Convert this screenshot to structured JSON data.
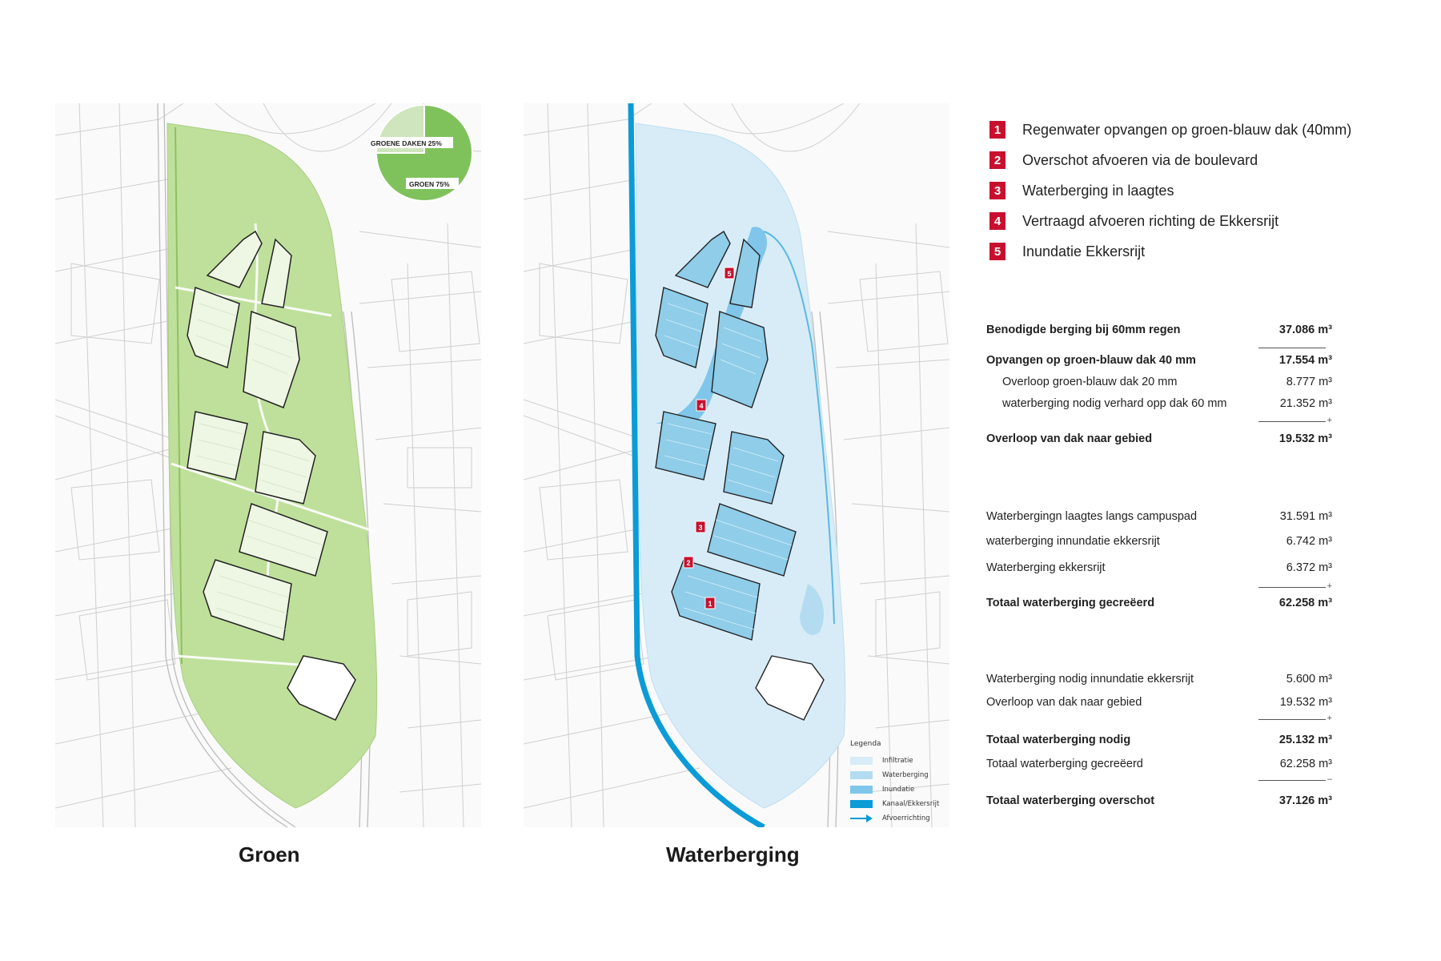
{
  "maps": {
    "groen": {
      "caption": "Groen",
      "pie": {
        "slices": [
          {
            "label": "GROENE DAKEN 25%",
            "value": 25,
            "color": "#cfe5bd"
          },
          {
            "label": "GROEN 75%",
            "value": 75,
            "color": "#7fc25c"
          }
        ]
      }
    },
    "waterberging": {
      "caption": "Waterberging",
      "markers": [
        "5",
        "4",
        "3",
        "2",
        "1"
      ],
      "legend": {
        "title": "Legenda",
        "items": [
          {
            "label": "Infiltratie",
            "color": "#d8ecf7"
          },
          {
            "label": "Waterberging",
            "color": "#b3dcf1"
          },
          {
            "label": "Inundatie",
            "color": "#7fc6ea"
          },
          {
            "label": "Kanaal/Ekkersrijt",
            "color": "#0b9bd7"
          },
          {
            "label": "Afvoerrichting",
            "icon": "arrow-right-icon"
          }
        ]
      }
    }
  },
  "steps": [
    {
      "num": "1",
      "text": "Regenwater opvangen op groen-blauw dak (40mm)"
    },
    {
      "num": "2",
      "text": "Overschot afvoeren via de boulevard"
    },
    {
      "num": "3",
      "text": "Waterberging in laagtes"
    },
    {
      "num": "4",
      "text": "Vertraagd afvoeren richting de Ekkersrijt"
    },
    {
      "num": "5",
      "text": "Inundatie Ekkersrijt"
    }
  ],
  "calc1": {
    "rows": [
      {
        "label": "Benodigde berging bij 60mm regen",
        "value": "37.086 m³",
        "bold": true
      },
      {
        "label": "Opvangen op groen-blauw dak 40 mm",
        "value": "17.554 m³",
        "bold": true
      },
      {
        "label": "Overloop groen-blauw dak 20 mm",
        "value": "8.777 m³",
        "indent": true
      },
      {
        "label": "waterberging nodig verhard opp dak 60 mm",
        "value": "21.352 m³",
        "indent": true
      },
      {
        "label": "Overloop van dak naar gebied",
        "value": "19.532 m³",
        "bold": true
      }
    ],
    "op": "+"
  },
  "calc2": {
    "rows": [
      {
        "label": "Waterbergingn laagtes langs campuspad",
        "value": "31.591 m³"
      },
      {
        "label": "waterberging innundatie ekkersrijt",
        "value": "6.742 m³"
      },
      {
        "label": "Waterberging ekkersrijt",
        "value": "6.372 m³"
      },
      {
        "label": "Totaal waterberging gecreëerd",
        "value": "62.258 m³",
        "bold": true
      }
    ],
    "op": "+"
  },
  "calc3": {
    "rows": [
      {
        "label": "Waterberging nodig  innundatie ekkersrijt",
        "value": "5.600 m³"
      },
      {
        "label": "Overloop van dak naar gebied",
        "value": "19.532 m³"
      },
      {
        "label": "Totaal waterberging nodig",
        "value": "25.132 m³",
        "bold": true
      },
      {
        "label": "Totaal waterberging gecreëerd",
        "value": "62.258 m³"
      },
      {
        "label": "Totaal waterberging overschot",
        "value": "37.126 m³",
        "bold": true
      }
    ],
    "op1": "+",
    "op2": "–"
  }
}
